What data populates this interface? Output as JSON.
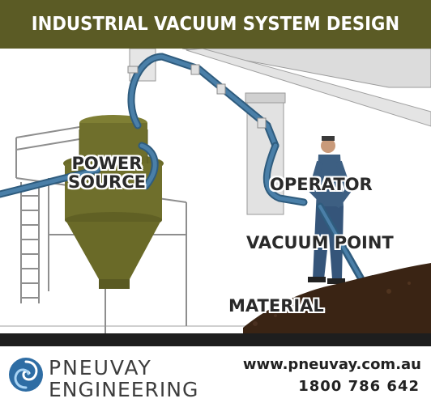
{
  "header": {
    "title": "INDUSTRIAL VACUUM SYSTEM DESIGN"
  },
  "labels": {
    "power_source": "POWER\nSOURCE",
    "operator": "OPERATOR",
    "vacuum_point": "VACUUM POINT",
    "material": "MATERIAL"
  },
  "footer": {
    "brand_line1": "PNEUVAY",
    "brand_line2": "ENGINEERING",
    "website": "www.pneuvay.com.au",
    "phone": "1800 786 642"
  },
  "colors": {
    "header_bg": "#5b5b25",
    "hopper": "#6f6f2c",
    "hose": "#3f6f95",
    "material": "#3a2414"
  },
  "icons": {
    "logo": "swirl-icon"
  }
}
